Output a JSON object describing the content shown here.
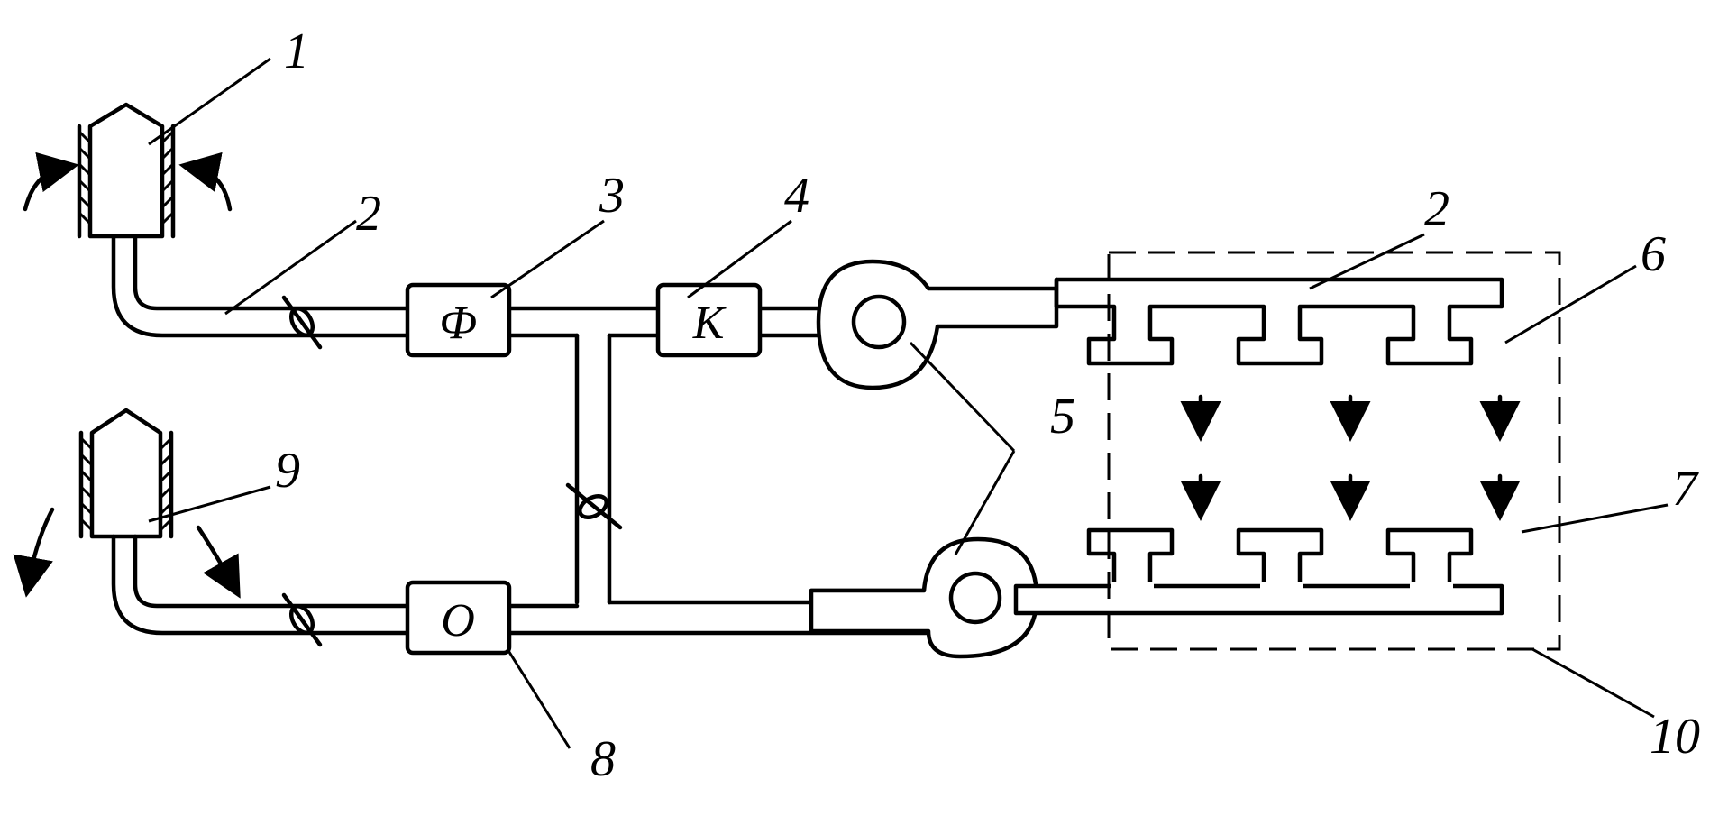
{
  "diagram": {
    "labels": {
      "intake_unit": "1",
      "duct_upper": "2",
      "duct_manifold": "2",
      "filter": "3",
      "cooler": "4",
      "fans": "5",
      "supply_outlets": "6",
      "return_inlets": "7",
      "return_unit": "8",
      "exhaust_unit": "9",
      "room_boundary": "10"
    },
    "blocks": {
      "filter_letter": "Ф",
      "cooler_letter": "К",
      "return_letter": "О"
    }
  }
}
